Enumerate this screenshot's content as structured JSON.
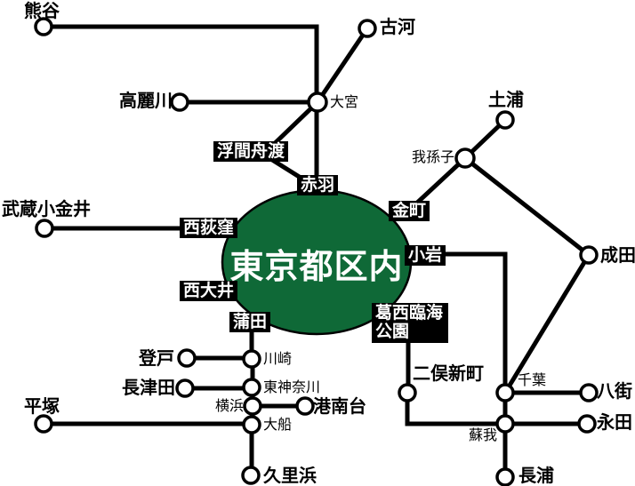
{
  "title": "JR Tokyo ward-area fare-zone network map",
  "zone": {
    "label": "東京都区内"
  },
  "colors": {
    "zone_fill": "#0f6937",
    "zone_stroke": "#000000",
    "rail_line": "#000000",
    "station_node_fill": "#ffffff",
    "boundary_box_bg": "#000000",
    "boundary_box_text": "#ffffff"
  },
  "stations": {
    "kumagaya": {
      "label": "熊谷"
    },
    "koga": {
      "label": "古河"
    },
    "komagawa": {
      "label": "高麗川"
    },
    "omiya": {
      "label": "大宮"
    },
    "tsuchiura": {
      "label": "土浦"
    },
    "abiko": {
      "label": "我孫子"
    },
    "musashi_koganei": {
      "label": "武蔵小金井"
    },
    "narita": {
      "label": "成田"
    },
    "noborito": {
      "label": "登戸"
    },
    "kawasaki": {
      "label": "川崎"
    },
    "nagatsuta": {
      "label": "長津田"
    },
    "higashi_kanagawa": {
      "label": "東神奈川"
    },
    "yokohama": {
      "label": "横浜"
    },
    "konandai": {
      "label": "港南台"
    },
    "hiratsuka": {
      "label": "平塚"
    },
    "ofuna": {
      "label": "大船"
    },
    "kurihama": {
      "label": "久里浜"
    },
    "futamata_shinmachi": {
      "label": "二俣新町"
    },
    "chiba": {
      "label": "千葉"
    },
    "yachimata": {
      "label": "八街"
    },
    "soga": {
      "label": "蘇我"
    },
    "nagata": {
      "label": "永田"
    },
    "nagaura": {
      "label": "長浦"
    }
  },
  "boundary_stations": {
    "ukima_funado": {
      "label": "浮間舟渡"
    },
    "akabane": {
      "label": "赤羽"
    },
    "nishi_ogikubo": {
      "label": "西荻窪"
    },
    "kanamachi": {
      "label": "金町"
    },
    "koiwa": {
      "label": "小岩"
    },
    "nishi_oi": {
      "label": "西大井"
    },
    "kamata": {
      "label": "蒲田"
    },
    "kasai_rinkai_koen": {
      "label": "葛西臨海公園"
    }
  },
  "edges": [
    [
      "kumagaya",
      "omiya"
    ],
    [
      "koga",
      "omiya"
    ],
    [
      "komagawa",
      "omiya"
    ],
    [
      "omiya",
      "ukima_funado"
    ],
    [
      "ukima_funado",
      "akabane"
    ],
    [
      "omiya",
      "akabane"
    ],
    [
      "musashi_koganei",
      "nishi_ogikubo"
    ],
    [
      "tsuchiura",
      "abiko"
    ],
    [
      "abiko",
      "kanamachi"
    ],
    [
      "abiko",
      "narita"
    ],
    [
      "narita",
      "chiba"
    ],
    [
      "koiwa",
      "chiba"
    ],
    [
      "chiba",
      "yachimata"
    ],
    [
      "chiba",
      "soga"
    ],
    [
      "soga",
      "nagata"
    ],
    [
      "soga",
      "nagaura"
    ],
    [
      "kasai_rinkai_koen",
      "futamata_shinmachi"
    ],
    [
      "futamata_shinmachi",
      "soga"
    ],
    [
      "kamata",
      "kawasaki"
    ],
    [
      "noborito",
      "kawasaki"
    ],
    [
      "kawasaki",
      "higashi_kanagawa"
    ],
    [
      "nagatsuta",
      "higashi_kanagawa"
    ],
    [
      "higashi_kanagawa",
      "yokohama"
    ],
    [
      "yokohama",
      "konandai"
    ],
    [
      "yokohama",
      "ofuna"
    ],
    [
      "hiratsuka",
      "ofuna"
    ],
    [
      "ofuna",
      "kurihama"
    ]
  ]
}
